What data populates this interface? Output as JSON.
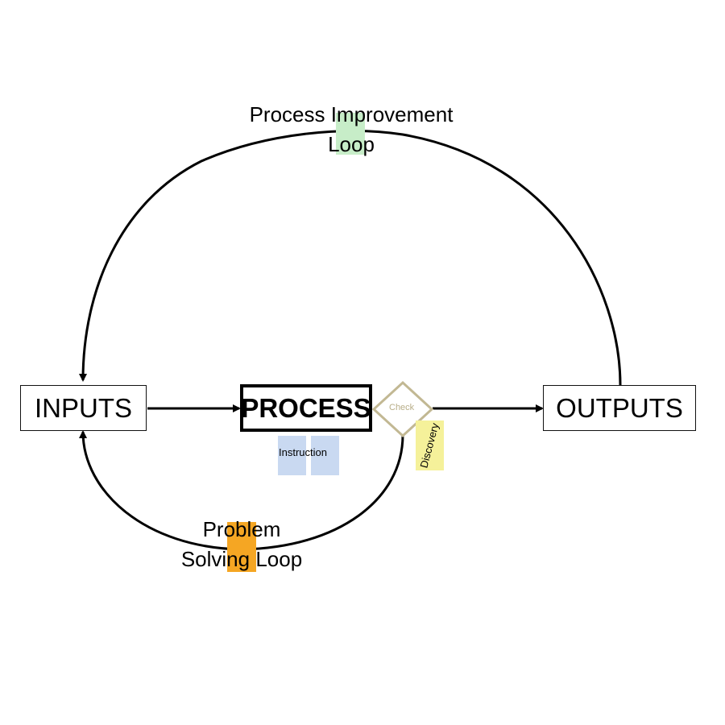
{
  "diagram": {
    "nodes": {
      "inputs": "INPUTS",
      "process": "PROCESS",
      "outputs": "OUTPUTS",
      "check": "Check"
    },
    "loops": {
      "improvement": [
        "Process Improvement",
        "Loop"
      ],
      "problem_solving": [
        "Problem",
        "Solving Loop"
      ]
    },
    "stickies": {
      "instruction": "Instruction",
      "discovery": "Discovery"
    },
    "colors": {
      "check_diamond": "#c2b893",
      "instruction_sticky": "#c9d9f1",
      "discovery_sticky": "#f5f19a",
      "improvement_marker": "#c7edc8",
      "problem_marker": "#f5a623"
    }
  }
}
